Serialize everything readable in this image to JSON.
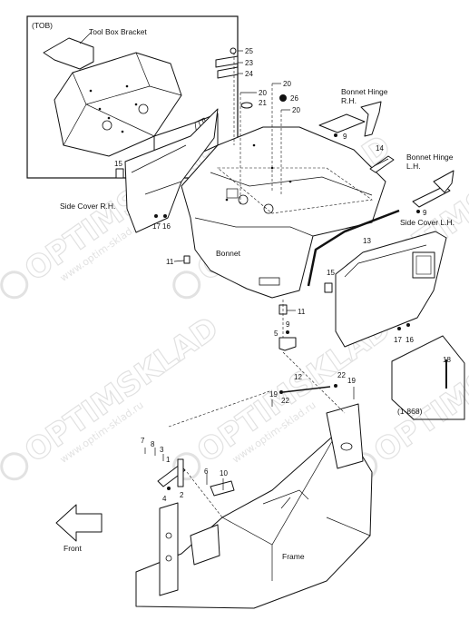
{
  "labels": {
    "tob_tag": "(TOB)",
    "tool_box_bracket": "Tool Box Bracket",
    "bonnet_hinge_rh": "Bonnet Hinge",
    "bonnet_hinge_rh_side": "R.H.",
    "bonnet_hinge_lh": "Bonnet Hinge",
    "bonnet_hinge_lh_side": "L.H.",
    "side_cover_rh": "Side Cover R.H.",
    "side_cover_lh": "Side Cover L.H.",
    "bonnet": "Bonnet",
    "frame": "Frame",
    "front": "Front",
    "serial_note": "(1-868)"
  },
  "callouts": {
    "n25": "25",
    "n23": "23",
    "n24": "24",
    "n20a": "20",
    "n20b": "20",
    "n21": "21",
    "n26": "26",
    "n20c": "20",
    "n9a": "9",
    "n14": "14",
    "n15a": "15",
    "n17a": "17",
    "n16a": "16",
    "n9b": "9",
    "n13": "13",
    "n11a": "11",
    "n15b": "15",
    "n11b": "11",
    "n9c": "9",
    "n5": "5",
    "n17b": "17",
    "n16b": "16",
    "n18": "18",
    "n12": "12",
    "n22a": "22",
    "n19a": "19",
    "n19b": "19",
    "n22b": "22",
    "n7": "7",
    "n8": "8",
    "n3": "3",
    "n1": "1",
    "n4": "4",
    "n2": "2",
    "n6": "6",
    "n10": "10"
  },
  "watermark": {
    "brand": "OPTIMSKLAD",
    "url": "www.optim-sklad.ru"
  }
}
